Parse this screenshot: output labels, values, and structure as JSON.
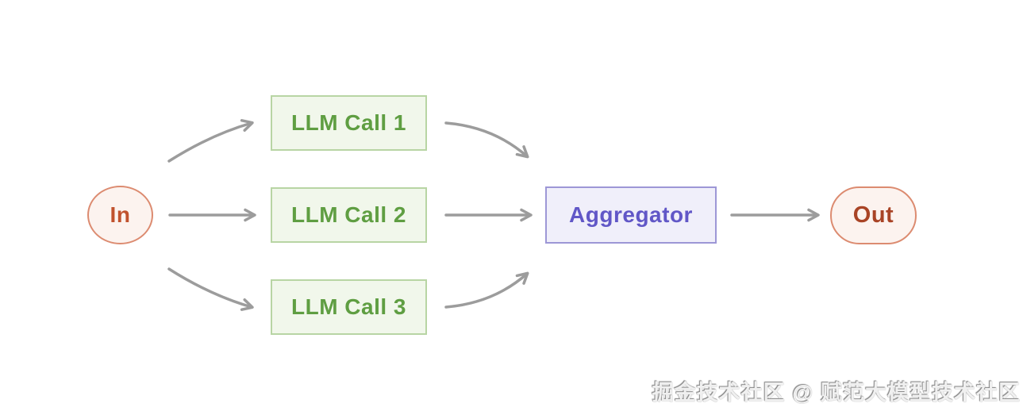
{
  "diagram": {
    "type": "flowchart",
    "description": "Parallelization workflow: input fans out to three parallel LLM calls whose results are combined by an aggregator into one output",
    "nodes": [
      {
        "id": "in",
        "label": "In",
        "shape": "circle",
        "fill": "#fcf3ef",
        "border": "#dc8b70",
        "text_color": "#c1522e"
      },
      {
        "id": "llm-call-1",
        "label": "LLM Call 1",
        "shape": "rect",
        "fill": "#f1f7eb",
        "border": "#b8d5a4",
        "text_color": "#5f9e42"
      },
      {
        "id": "llm-call-2",
        "label": "LLM Call 2",
        "shape": "rect",
        "fill": "#f1f7eb",
        "border": "#b8d5a4",
        "text_color": "#5f9e42"
      },
      {
        "id": "llm-call-3",
        "label": "LLM Call 3",
        "shape": "rect",
        "fill": "#f1f7eb",
        "border": "#b8d5a4",
        "text_color": "#5f9e42"
      },
      {
        "id": "aggregator",
        "label": "Aggregator",
        "shape": "rect",
        "fill": "#f0effa",
        "border": "#9d97d6",
        "text_color": "#6157c7"
      },
      {
        "id": "out",
        "label": "Out",
        "shape": "pill",
        "fill": "#fcf3ef",
        "border": "#dc8b70",
        "text_color": "#a94426"
      }
    ],
    "edges": [
      {
        "from": "in",
        "to": "llm-call-1"
      },
      {
        "from": "in",
        "to": "llm-call-2"
      },
      {
        "from": "in",
        "to": "llm-call-3"
      },
      {
        "from": "llm-call-1",
        "to": "aggregator"
      },
      {
        "from": "llm-call-2",
        "to": "aggregator"
      },
      {
        "from": "llm-call-3",
        "to": "aggregator"
      },
      {
        "from": "aggregator",
        "to": "out"
      }
    ],
    "arrow_color": "#9c9c9c",
    "background_color": "#ffffff"
  },
  "watermark": {
    "text": "掘金技术社区 @ 赋范大模型技术社区"
  }
}
